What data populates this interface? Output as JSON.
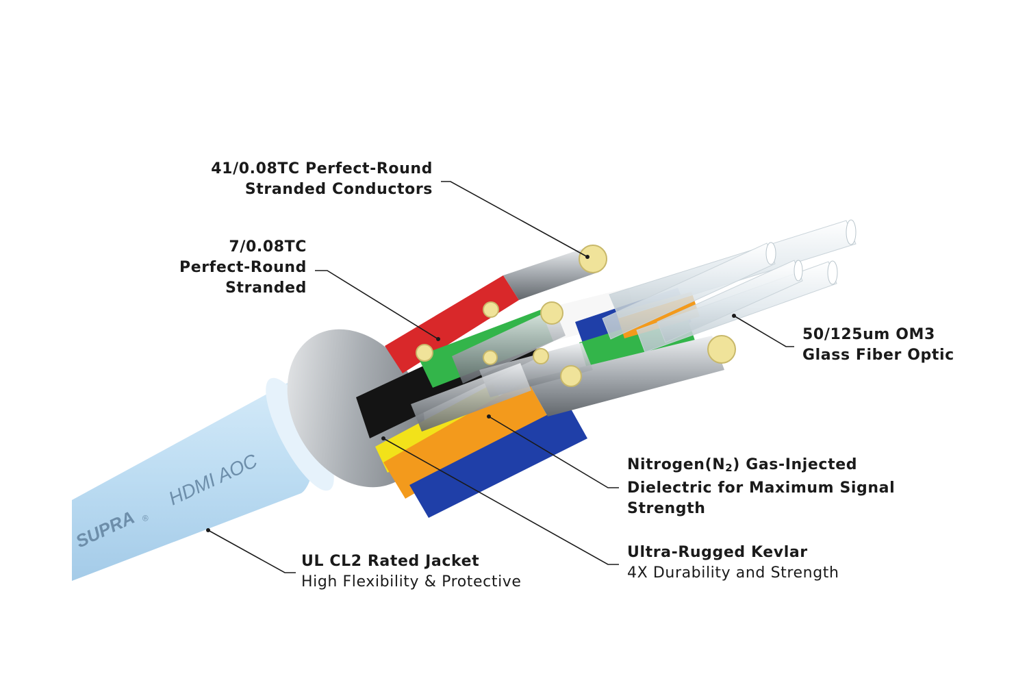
{
  "brand": "SUPRA",
  "registered_mark": "®",
  "product": "HDMI AOC",
  "callouts": {
    "conductors_41": {
      "line1": "41/0.08TC Perfect-Round",
      "line2": "Stranded Conductors"
    },
    "conductors_7": {
      "line1": "7/0.08TC",
      "line2": "Perfect-Round",
      "line3": "Stranded"
    },
    "fiber": {
      "line1": "50/125um OM3",
      "line2": "Glass Fiber Optic"
    },
    "nitrogen": {
      "line1_a": "Nitrogen(N",
      "line1_sub": "2",
      "line1_b": ") Gas-Injected",
      "line2": "Dielectric for Maximum Signal",
      "line3": "Strength"
    },
    "jacket": {
      "title": "UL CL2 Rated Jacket",
      "desc": "High Flexibility & Protective"
    },
    "kevlar": {
      "title": "Ultra-Rugged Kevlar",
      "desc": "4X Durability and Strength"
    }
  },
  "colors": {
    "jacket": "#bcdcf2",
    "shield": "#9aa0a6",
    "red": "#d9282a",
    "green": "#33b54a",
    "blue": "#1f3fa8",
    "orange": "#f39a1c",
    "yellow": "#f2e21a",
    "black": "#141414",
    "conductor_tip": "#f0e39a"
  }
}
